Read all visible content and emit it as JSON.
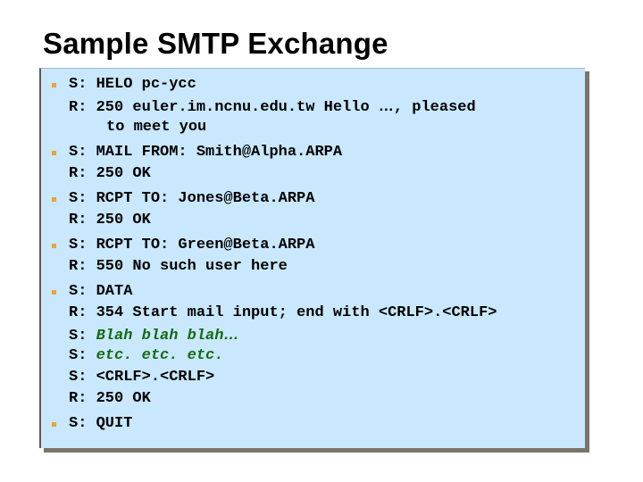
{
  "slide": {
    "title": "Sample SMTP Exchange",
    "panel_bg": "#c9e8fd",
    "bullet_color": "#e8a33d",
    "green_color": "#156b15",
    "shadow_color": "#7b7469"
  },
  "lines": [
    {
      "bullet": true,
      "indent": false,
      "tag": "S: ",
      "text": "HELO pc-ycc",
      "style": "plain"
    },
    {
      "bullet": false,
      "indent": false,
      "tag": "R: ",
      "text": "250 euler.im.ncnu.edu.tw Hello ",
      "style": "plain",
      "ellipsis": "…",
      "tail": ", pleased"
    },
    {
      "bullet": false,
      "indent": true,
      "tag": "",
      "text": "to meet you",
      "style": "plain"
    },
    {
      "bullet": true,
      "indent": false,
      "tag": "S: ",
      "text": "MAIL FROM: Smith@Alpha.ARPA",
      "style": "plain"
    },
    {
      "bullet": false,
      "indent": false,
      "tag": "R: ",
      "text": "250 OK",
      "style": "plain"
    },
    {
      "bullet": true,
      "indent": false,
      "tag": "S: ",
      "text": "RCPT TO: Jones@Beta.ARPA",
      "style": "plain"
    },
    {
      "bullet": false,
      "indent": false,
      "tag": "R: ",
      "text": "250 OK",
      "style": "plain"
    },
    {
      "bullet": true,
      "indent": false,
      "tag": "S: ",
      "text": "RCPT TO: Green@Beta.ARPA",
      "style": "plain"
    },
    {
      "bullet": false,
      "indent": false,
      "tag": "R: ",
      "text": "550 No such user here",
      "style": "plain"
    },
    {
      "bullet": true,
      "indent": false,
      "tag": "S: ",
      "text": "DATA",
      "style": "plain"
    },
    {
      "bullet": false,
      "indent": false,
      "tag": "R: ",
      "text": "354 Start mail input; end with <CRLF>.<CRLF>",
      "style": "plain"
    },
    {
      "bullet": false,
      "indent": false,
      "tag": "S: ",
      "text": "Blah blah blah",
      "style": "green",
      "ellipsis": "…"
    },
    {
      "bullet": false,
      "indent": false,
      "tag": "S: ",
      "text": "etc. etc. etc.",
      "style": "green"
    },
    {
      "bullet": false,
      "indent": false,
      "tag": "S: ",
      "text": "<CRLF>.<CRLF>",
      "style": "plain"
    },
    {
      "bullet": false,
      "indent": false,
      "tag": "R: ",
      "text": "250 OK",
      "style": "plain"
    },
    {
      "bullet": true,
      "indent": false,
      "tag": "S: ",
      "text": "QUIT",
      "style": "plain"
    }
  ]
}
